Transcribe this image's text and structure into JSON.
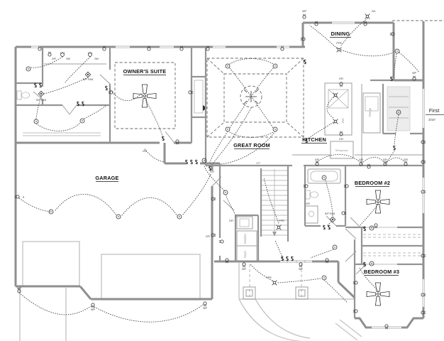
{
  "drawing": {
    "floor_title": "First",
    "scale_note": "3/16\"",
    "rooms": {
      "owners_suite": "OWNER'S SUITE",
      "great_room": "GREAT ROOM",
      "kitchen": "KITCHEN",
      "dining": "DINING",
      "garage": "GARAGE",
      "bedroom_2": "BEDROOM #2",
      "bedroom_3": "BEDROOM #3"
    },
    "appliances": {
      "range": "Range",
      "refrigerator": "Refrigerator",
      "dishwasher": "DW",
      "washer": "Washer",
      "dryer": "Dryer"
    },
    "labels": {
      "gfi": "GFI",
      "wp": "WP",
      "wl": "WL",
      "sm": "SM",
      "sp_fan": "S/P FAN",
      "pfr": "PFR",
      "up": "UP",
      "s": "S"
    },
    "symbols_legend": {
      "ceiling-light-icon": "recessed ceiling light (circle with dot)",
      "ceiling-fan-icon": "four-blade ceiling fan",
      "pendant-fixture-icon": "pendant / surface fixture (circle with rays)",
      "duplex-outlet-icon": "duplex wall outlet (circle with ticks)",
      "switch-icon": "wall switch (S glyph)",
      "exhaust-fan-icon": "exhaust fan (diamond)",
      "smoke-detector-icon": "smoke detector"
    }
  }
}
